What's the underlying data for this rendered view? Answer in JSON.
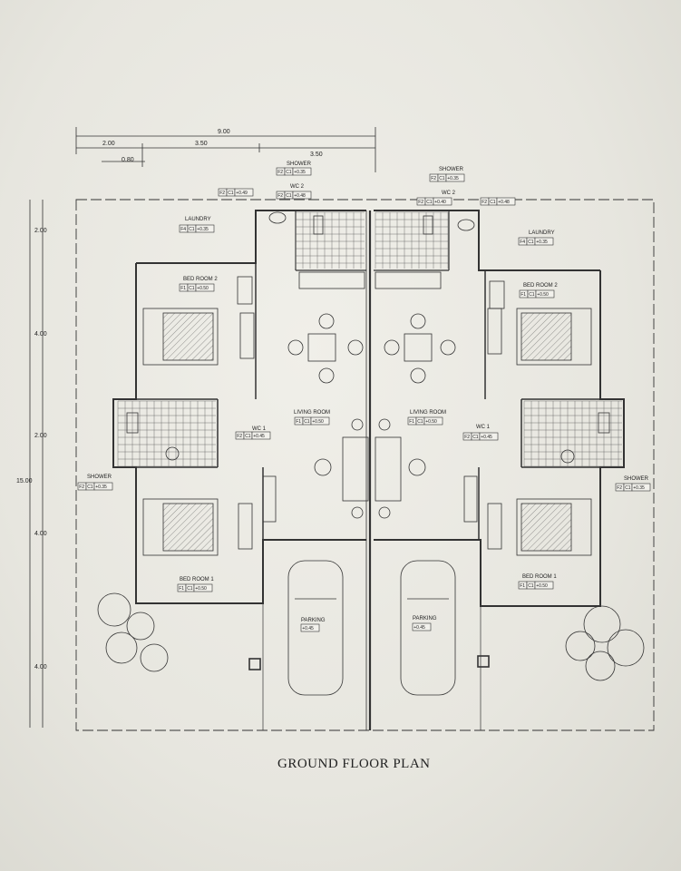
{
  "title": "GROUND FLOOR PLAN",
  "dimensions": {
    "top_total": "9.00",
    "top_segments": [
      "2.00",
      "3.50",
      "3.50"
    ],
    "top_small": "0.80",
    "left_segments": [
      "2.00",
      "4.00",
      "2.00",
      "4.00",
      "4.00"
    ],
    "left_total": "15.00"
  },
  "rooms": {
    "laundry": "LAUNDRY",
    "wc2": "WC 2",
    "shower": "SHOWER",
    "bedroom2": "BED ROOM 2",
    "bedroom1": "BED ROOM 1",
    "living": "LIVING ROOM",
    "wc1": "WC 1",
    "parking": "PARKING"
  },
  "tags": {
    "left_laundry": {
      "f": "F4",
      "c": "C1",
      "lvl": "+0.35"
    },
    "left_wc2": {
      "f": "F2",
      "c": "C1",
      "lvl": "+0.49"
    },
    "left_shower_top": {
      "f": "F2",
      "c": "C1",
      "lvl": "+0.35"
    },
    "left_wc2_b": {
      "f": "F2",
      "c": "C1",
      "lvl": "+0.48"
    },
    "left_bed2": {
      "f": "F1",
      "c": "C1",
      "lvl": "+0.50"
    },
    "left_living": {
      "f": "F1",
      "c": "C1",
      "lvl": "+0.50"
    },
    "left_wc1": {
      "f": "F2",
      "c": "C1",
      "lvl": "+0.45"
    },
    "left_shower": {
      "f": "F2",
      "c": "C1",
      "lvl": "+0.35"
    },
    "left_bed1": {
      "f": "F1",
      "c": "C1",
      "lvl": "+0.50"
    },
    "left_parking": {
      "f": "",
      "c": "",
      "lvl": "+0.45"
    },
    "right_shower_top": {
      "f": "F2",
      "c": "C1",
      "lvl": "+0.35"
    },
    "right_wc2": {
      "f": "F2",
      "c": "C1",
      "lvl": "+0.40"
    },
    "right_wc2_b": {
      "f": "F2",
      "c": "C1",
      "lvl": "+0.48"
    },
    "right_laundry": {
      "f": "F4",
      "c": "C1",
      "lvl": "+0.35"
    },
    "right_bed2": {
      "f": "F1",
      "c": "C1",
      "lvl": "+0.50"
    },
    "right_living": {
      "f": "F1",
      "c": "C1",
      "lvl": "+0.50"
    },
    "right_wc1": {
      "f": "F2",
      "c": "C1",
      "lvl": "+0.45"
    },
    "right_shower": {
      "f": "F2",
      "c": "C1",
      "lvl": "+0.35"
    },
    "right_bed1": {
      "f": "F1",
      "c": "C1",
      "lvl": "+0.50"
    },
    "right_parking": {
      "f": "",
      "c": "",
      "lvl": "+0.45"
    }
  },
  "colors": {
    "line": "#2a2a2a",
    "paper": "#eeede7"
  }
}
